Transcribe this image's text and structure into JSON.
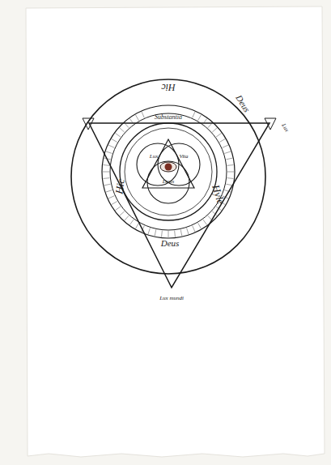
{
  "diagram": {
    "labels": [
      "Hic",
      "Deus",
      "Hic",
      "Hyle",
      "Deus",
      "Substantia",
      "Lux",
      "Vita",
      "Deus",
      "Lux mundi",
      "Lux"
    ]
  }
}
